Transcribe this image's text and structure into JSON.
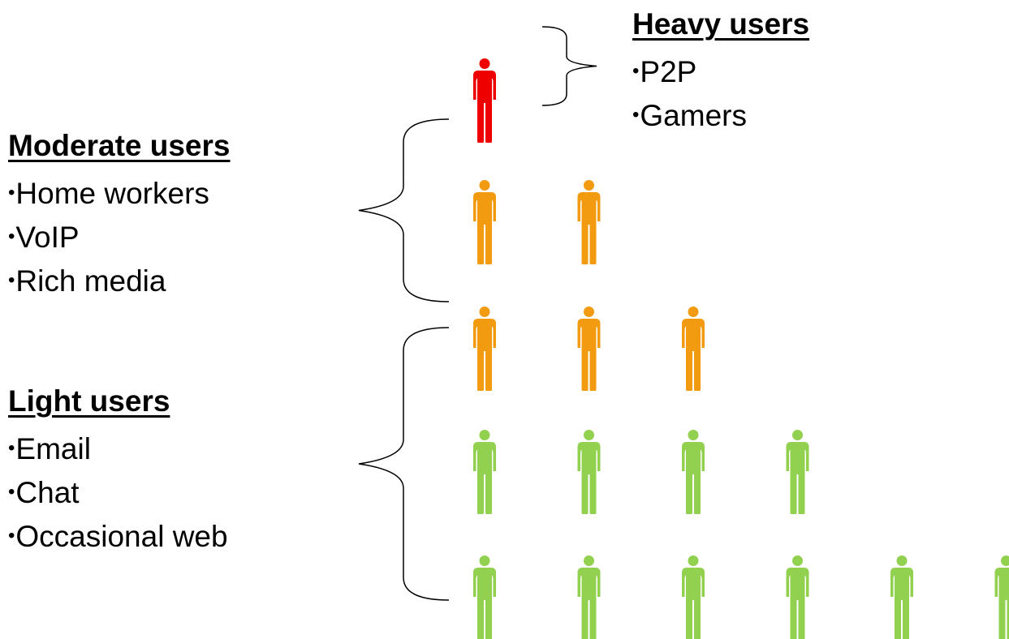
{
  "colors": {
    "heavy": "#ee0000",
    "moderate": "#f29b10",
    "light": "#92d050",
    "bracket": "#000000"
  },
  "person_icon": "person-icon",
  "groups": {
    "heavy": {
      "title": "Heavy users",
      "items": [
        "P2P",
        "Gamers"
      ]
    },
    "moderate": {
      "title": "Moderate users",
      "items": [
        "Home workers",
        "VoIP",
        "Rich media"
      ]
    },
    "light": {
      "title": "Light users",
      "items": [
        "Email",
        "Chat",
        "Occasional web"
      ]
    }
  },
  "pyramid_rows": [
    {
      "count": 1,
      "level": "heavy"
    },
    {
      "count": 2,
      "level": "moderate"
    },
    {
      "count": 3,
      "level": "moderate"
    },
    {
      "count": 4,
      "level": "light"
    },
    {
      "count": 6,
      "level": "light"
    }
  ],
  "bullet_char": "•"
}
